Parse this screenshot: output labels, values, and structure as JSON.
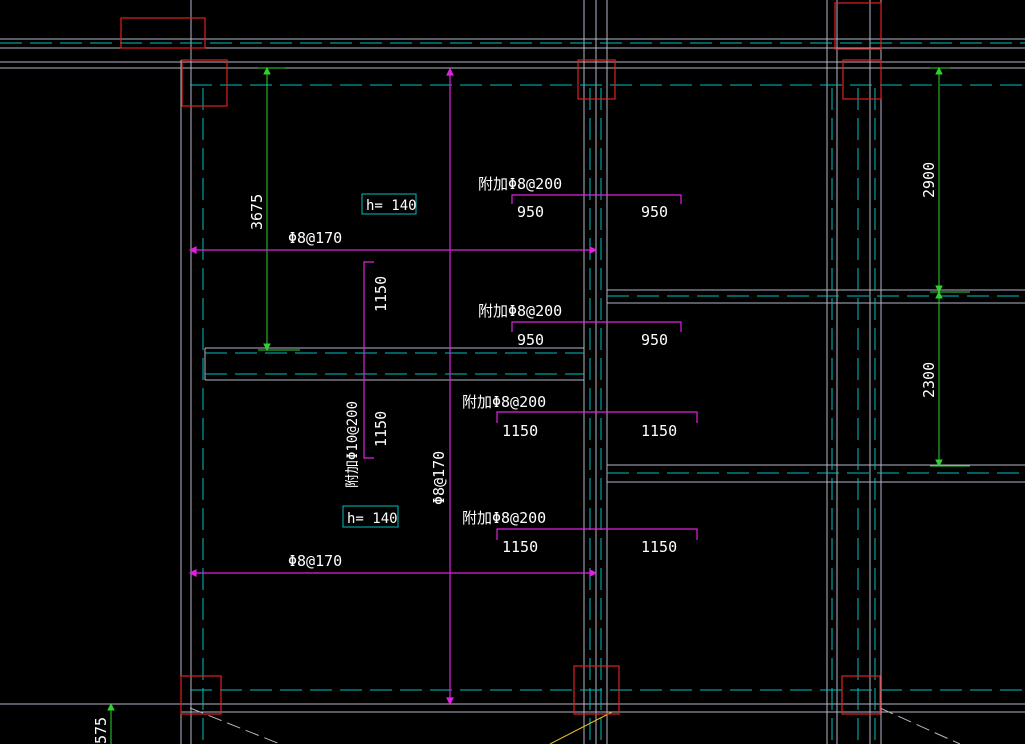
{
  "colors": {
    "background": "#000000",
    "beam_line": "#b4b4c8",
    "axis_line": "#00c0c0",
    "column": "#e02020",
    "dimension": "#30d030",
    "rebar": "#e020e0",
    "text": "#ffffff",
    "label_box": "#00c0c0",
    "yellow": "#e8c020"
  },
  "slab_labels": [
    {
      "text": "h= 140"
    },
    {
      "text": "h= 140"
    }
  ],
  "dimensions": {
    "left_vertical": "3675",
    "right_upper": "2900",
    "right_lower": "2300",
    "bottom_left": "575"
  },
  "main_rebar": {
    "top_horizontal": "Φ8@170",
    "bottom_horizontal": "Φ8@170",
    "vertical": "Φ8@170"
  },
  "support_rebar": {
    "vertical_label": "附加Φ10@200",
    "vertical_upper_len": "1150",
    "vertical_lower_len": "1150",
    "rows": [
      {
        "label": "附加Φ8@200",
        "left_len": "950",
        "right_len": "950"
      },
      {
        "label": "附加Φ8@200",
        "left_len": "950",
        "right_len": "950"
      },
      {
        "label": "附加Φ8@200",
        "left_len": "1150",
        "right_len": "1150"
      },
      {
        "label": "附加Φ8@200",
        "left_len": "1150",
        "right_len": "1150"
      }
    ]
  }
}
